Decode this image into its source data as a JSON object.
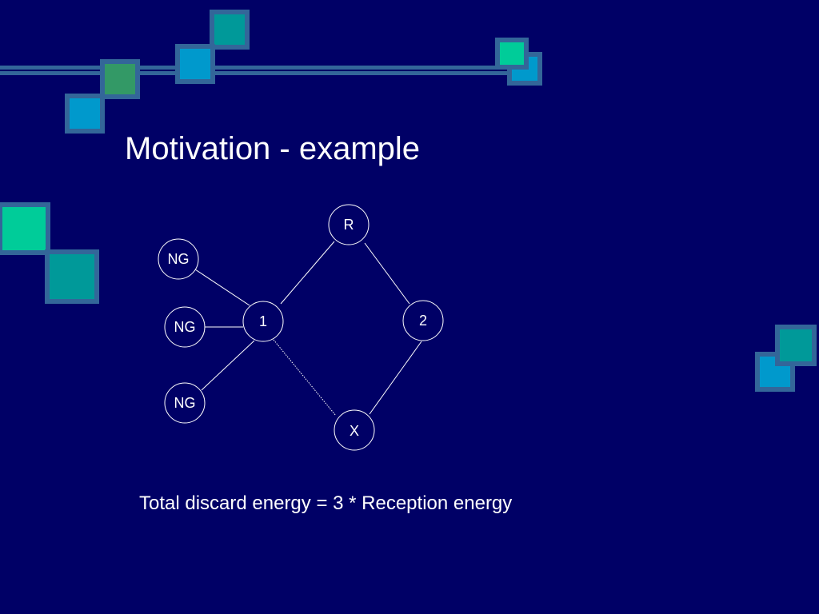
{
  "slide": {
    "title": "Motivation - example",
    "caption": "Total discard energy = 3 * Reception energy"
  },
  "diagram": {
    "nodes": [
      {
        "id": "R",
        "label": "R"
      },
      {
        "id": "NG1",
        "label": "NG"
      },
      {
        "id": "NG2",
        "label": "NG"
      },
      {
        "id": "NG3",
        "label": "NG"
      },
      {
        "id": "n1",
        "label": "1"
      },
      {
        "id": "n2",
        "label": "2"
      },
      {
        "id": "X",
        "label": "X"
      }
    ],
    "edges": [
      {
        "from": "R",
        "to": "n1",
        "style": "solid"
      },
      {
        "from": "R",
        "to": "n2",
        "style": "solid"
      },
      {
        "from": "NG1",
        "to": "n1",
        "style": "solid"
      },
      {
        "from": "NG2",
        "to": "n1",
        "style": "solid"
      },
      {
        "from": "NG3",
        "to": "n1",
        "style": "solid"
      },
      {
        "from": "n2",
        "to": "X",
        "style": "solid"
      },
      {
        "from": "n1",
        "to": "X",
        "style": "dotted"
      }
    ]
  },
  "colors": {
    "background": "#000066",
    "text": "#ffffff",
    "line": "#ffffff",
    "accent_teal": "#009999",
    "accent_blue": "#0099cc",
    "accent_green": "#339966",
    "accent_mint": "#00cc99",
    "frame_blue": "#336699"
  }
}
